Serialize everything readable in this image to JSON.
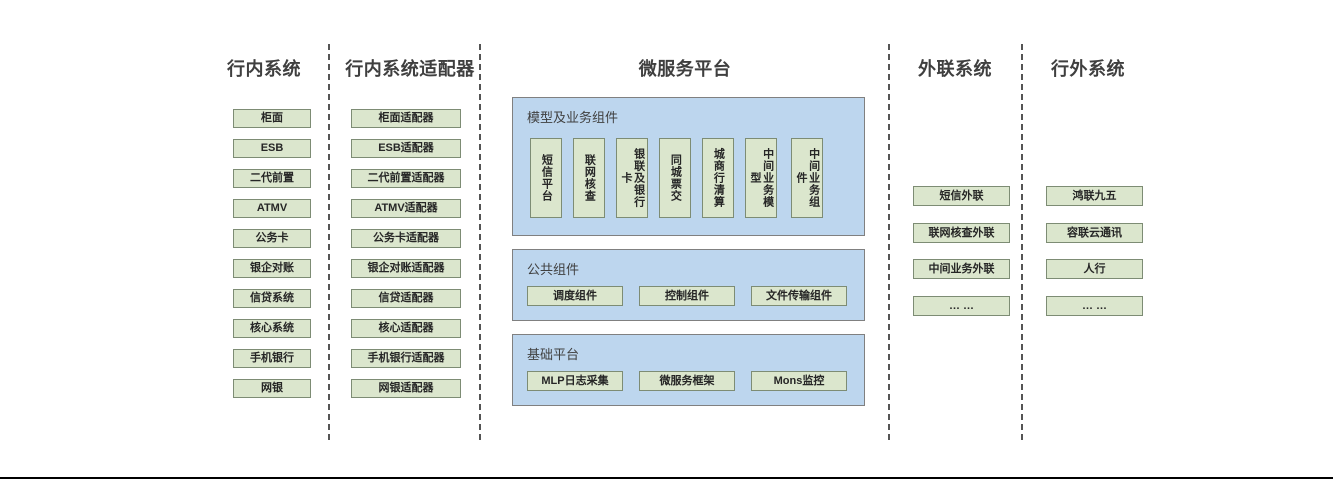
{
  "columns": [
    {
      "id": "inner-systems",
      "title": "行内系统",
      "items": [
        "柜面",
        "ESB",
        "二代前置",
        "ATMV",
        "公务卡",
        "银企对账",
        "信贷系统",
        "核心系统",
        "手机银行",
        "网银"
      ]
    },
    {
      "id": "inner-system-adapters",
      "title": "行内系统适配器",
      "items": [
        "柜面适配器",
        "ESB适配器",
        "二代前置适配器",
        "ATMV适配器",
        "公务卡适配器",
        "银企对账适配器",
        "信贷适配器",
        "核心适配器",
        "手机银行适配器",
        "网银适配器"
      ]
    },
    {
      "id": "microservice-platform",
      "title": "微服务平台",
      "panels": [
        {
          "id": "model-business-components",
          "title": "模型及业务组件",
          "items": [
            "短信平台",
            "联网核查",
            "银联及银行卡",
            "同城票交",
            "城商行清算",
            "中间业务模型",
            "中间业务组件"
          ]
        },
        {
          "id": "public-components",
          "title": "公共组件",
          "items": [
            "调度组件",
            "控制组件",
            "文件传输组件"
          ]
        },
        {
          "id": "base-platform",
          "title": "基础平台",
          "items": [
            "MLP日志采集",
            "微服务框架",
            "Mons监控"
          ]
        }
      ]
    },
    {
      "id": "external-link-systems",
      "title": "外联系统",
      "items": [
        "短信外联",
        "联网核查外联",
        "中间业务外联",
        "… …"
      ]
    },
    {
      "id": "outside-bank-systems",
      "title": "行外系统",
      "items": [
        "鸿联九五",
        "容联云通讯",
        "人行",
        "… …"
      ]
    }
  ],
  "colors": {
    "node_fill": "#dbe6cd",
    "node_border": "#7d8c74",
    "panel_fill": "#bdd6ee",
    "panel_border": "#808080",
    "header_text": "#3f3f3f",
    "divider": "#545454"
  }
}
